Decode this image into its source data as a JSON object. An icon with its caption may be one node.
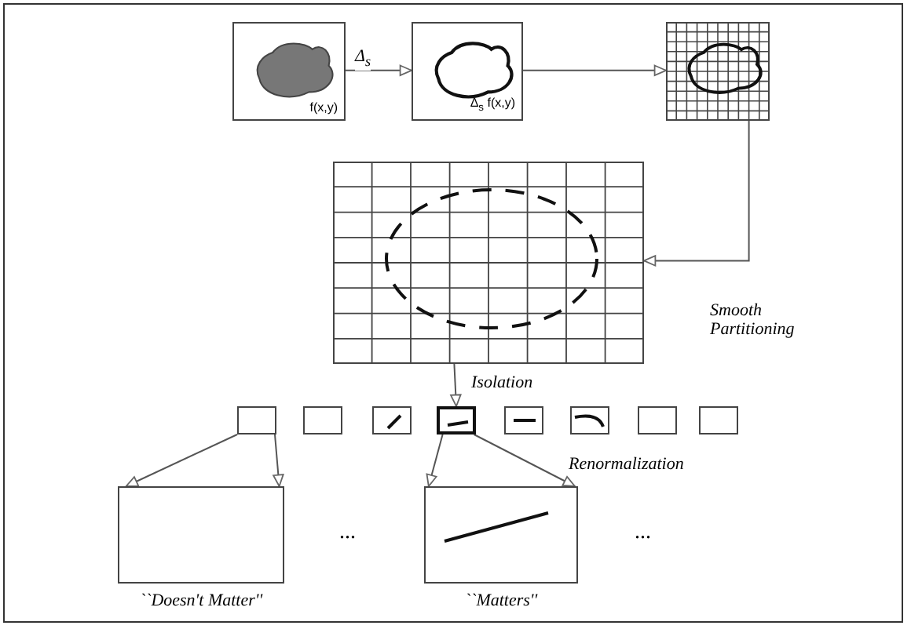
{
  "diagram": {
    "nodes": [
      {
        "text": [
          "f(x,y)"
        ]
      },
      {
        "text": [
          "Δ$_{s}$ f(x,y)"
        ]
      },
      {
        "text": [],
        "shape": "picture"
      },
      {
        "text": [],
        "shape": "picture"
      },
      {
        "text": [],
        "shape": "box"
      },
      {
        "text": [],
        "shape": "box"
      },
      {
        "text": [],
        "shape": "picture"
      },
      {
        "text": [],
        "shape": "picture"
      },
      {
        "text": [],
        "shape": "picture"
      },
      {
        "text": [],
        "shape": "picture"
      },
      {
        "text": [],
        "shape": "box"
      },
      {
        "text": [],
        "shape": "box"
      },
      {
        "text": [
          "``Doesn't Matter''"
        ]
      },
      {
        "text": [
          "``Matters''"
        ]
      }
    ],
    "edges": [
      {
        "from": 0,
        "to": 1,
        "arrow": "to",
        "label": "Δ$_{s}$"
      },
      {
        "from": 1,
        "to": 2,
        "arrow": "to"
      },
      {
        "from": 2,
        "to": 3,
        "arrow": "to",
        "label": "Smooth Partitioning"
      },
      {
        "from": 3,
        "to": 7,
        "arrow": "to",
        "label": "Isolation"
      },
      {
        "from": 4,
        "to": 12,
        "arrow": "to"
      },
      {
        "from": 4,
        "to": 12,
        "arrow": "to"
      },
      {
        "from": 7,
        "to": 13,
        "arrow": "to"
      },
      {
        "from": 7,
        "to": 13,
        "arrow": "to",
        "label": "Renormalization"
      }
    ],
    "labels": [
      "...",
      "..."
    ]
  }
}
